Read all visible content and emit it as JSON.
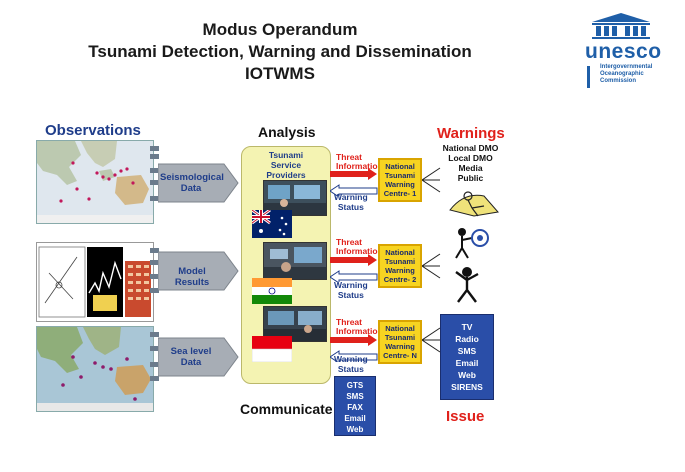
{
  "title": {
    "line1": "Modus Operandum",
    "line2": "Tsunami Detection, Warning and Dissemination",
    "line3": "IOTWMS"
  },
  "logo": {
    "word": "unesco",
    "ioc_lines": [
      "Intergovernmental",
      "Oceanographic",
      "Commission"
    ]
  },
  "sections": {
    "observations": "Observations",
    "analysis": "Analysis",
    "warnings": "Warnings",
    "communicate": "Communicate",
    "issue": "Issue"
  },
  "observation_inputs": [
    {
      "line1": "Seismological",
      "line2": "Data"
    },
    {
      "line1": "Model Results",
      "line2": ""
    },
    {
      "line1": "Sea level",
      "line2": "Data"
    }
  ],
  "tsp": {
    "line1": "Tsunami",
    "line2": "Service",
    "line3": "Providers"
  },
  "centres": [
    {
      "line1": "National",
      "line2": "Tsunami",
      "line3": "Warning",
      "line4": "Centre- 1"
    },
    {
      "line1": "National",
      "line2": "Tsunami",
      "line3": "Warning",
      "line4": "Centre- 2"
    },
    {
      "line1": "National",
      "line2": "Tsunami",
      "line3": "Warning",
      "line4": "Centre- N"
    }
  ],
  "threat": {
    "line1": "Threat",
    "line2": "Information"
  },
  "warning_status": {
    "line1": "Warning",
    "line2": "Status"
  },
  "audiences": [
    "National DMO",
    "Local DMO",
    "Media",
    "Public"
  ],
  "comm_channels": [
    "GTS",
    "SMS",
    "FAX",
    "Email",
    "Web"
  ],
  "issue_channels": [
    "TV",
    "Radio",
    "SMS",
    "Email",
    "Web",
    "SIRENS"
  ],
  "icons": {
    "map": "indian-ocean-map-icon",
    "flags": [
      "australia-flag-icon",
      "india-flag-icon",
      "indonesia-flag-icon"
    ],
    "people": [
      "reading-person-icon",
      "whistle-person-icon",
      "alarmed-person-icon"
    ]
  },
  "colors": {
    "title": "#1a1a1a",
    "observations": "#1f3d8a",
    "warnings": "#e0211b",
    "panel": "#f4f3b2",
    "centre": "#f7d421",
    "box": "#2a4ea8",
    "threat_arrow": "#e0211b"
  }
}
